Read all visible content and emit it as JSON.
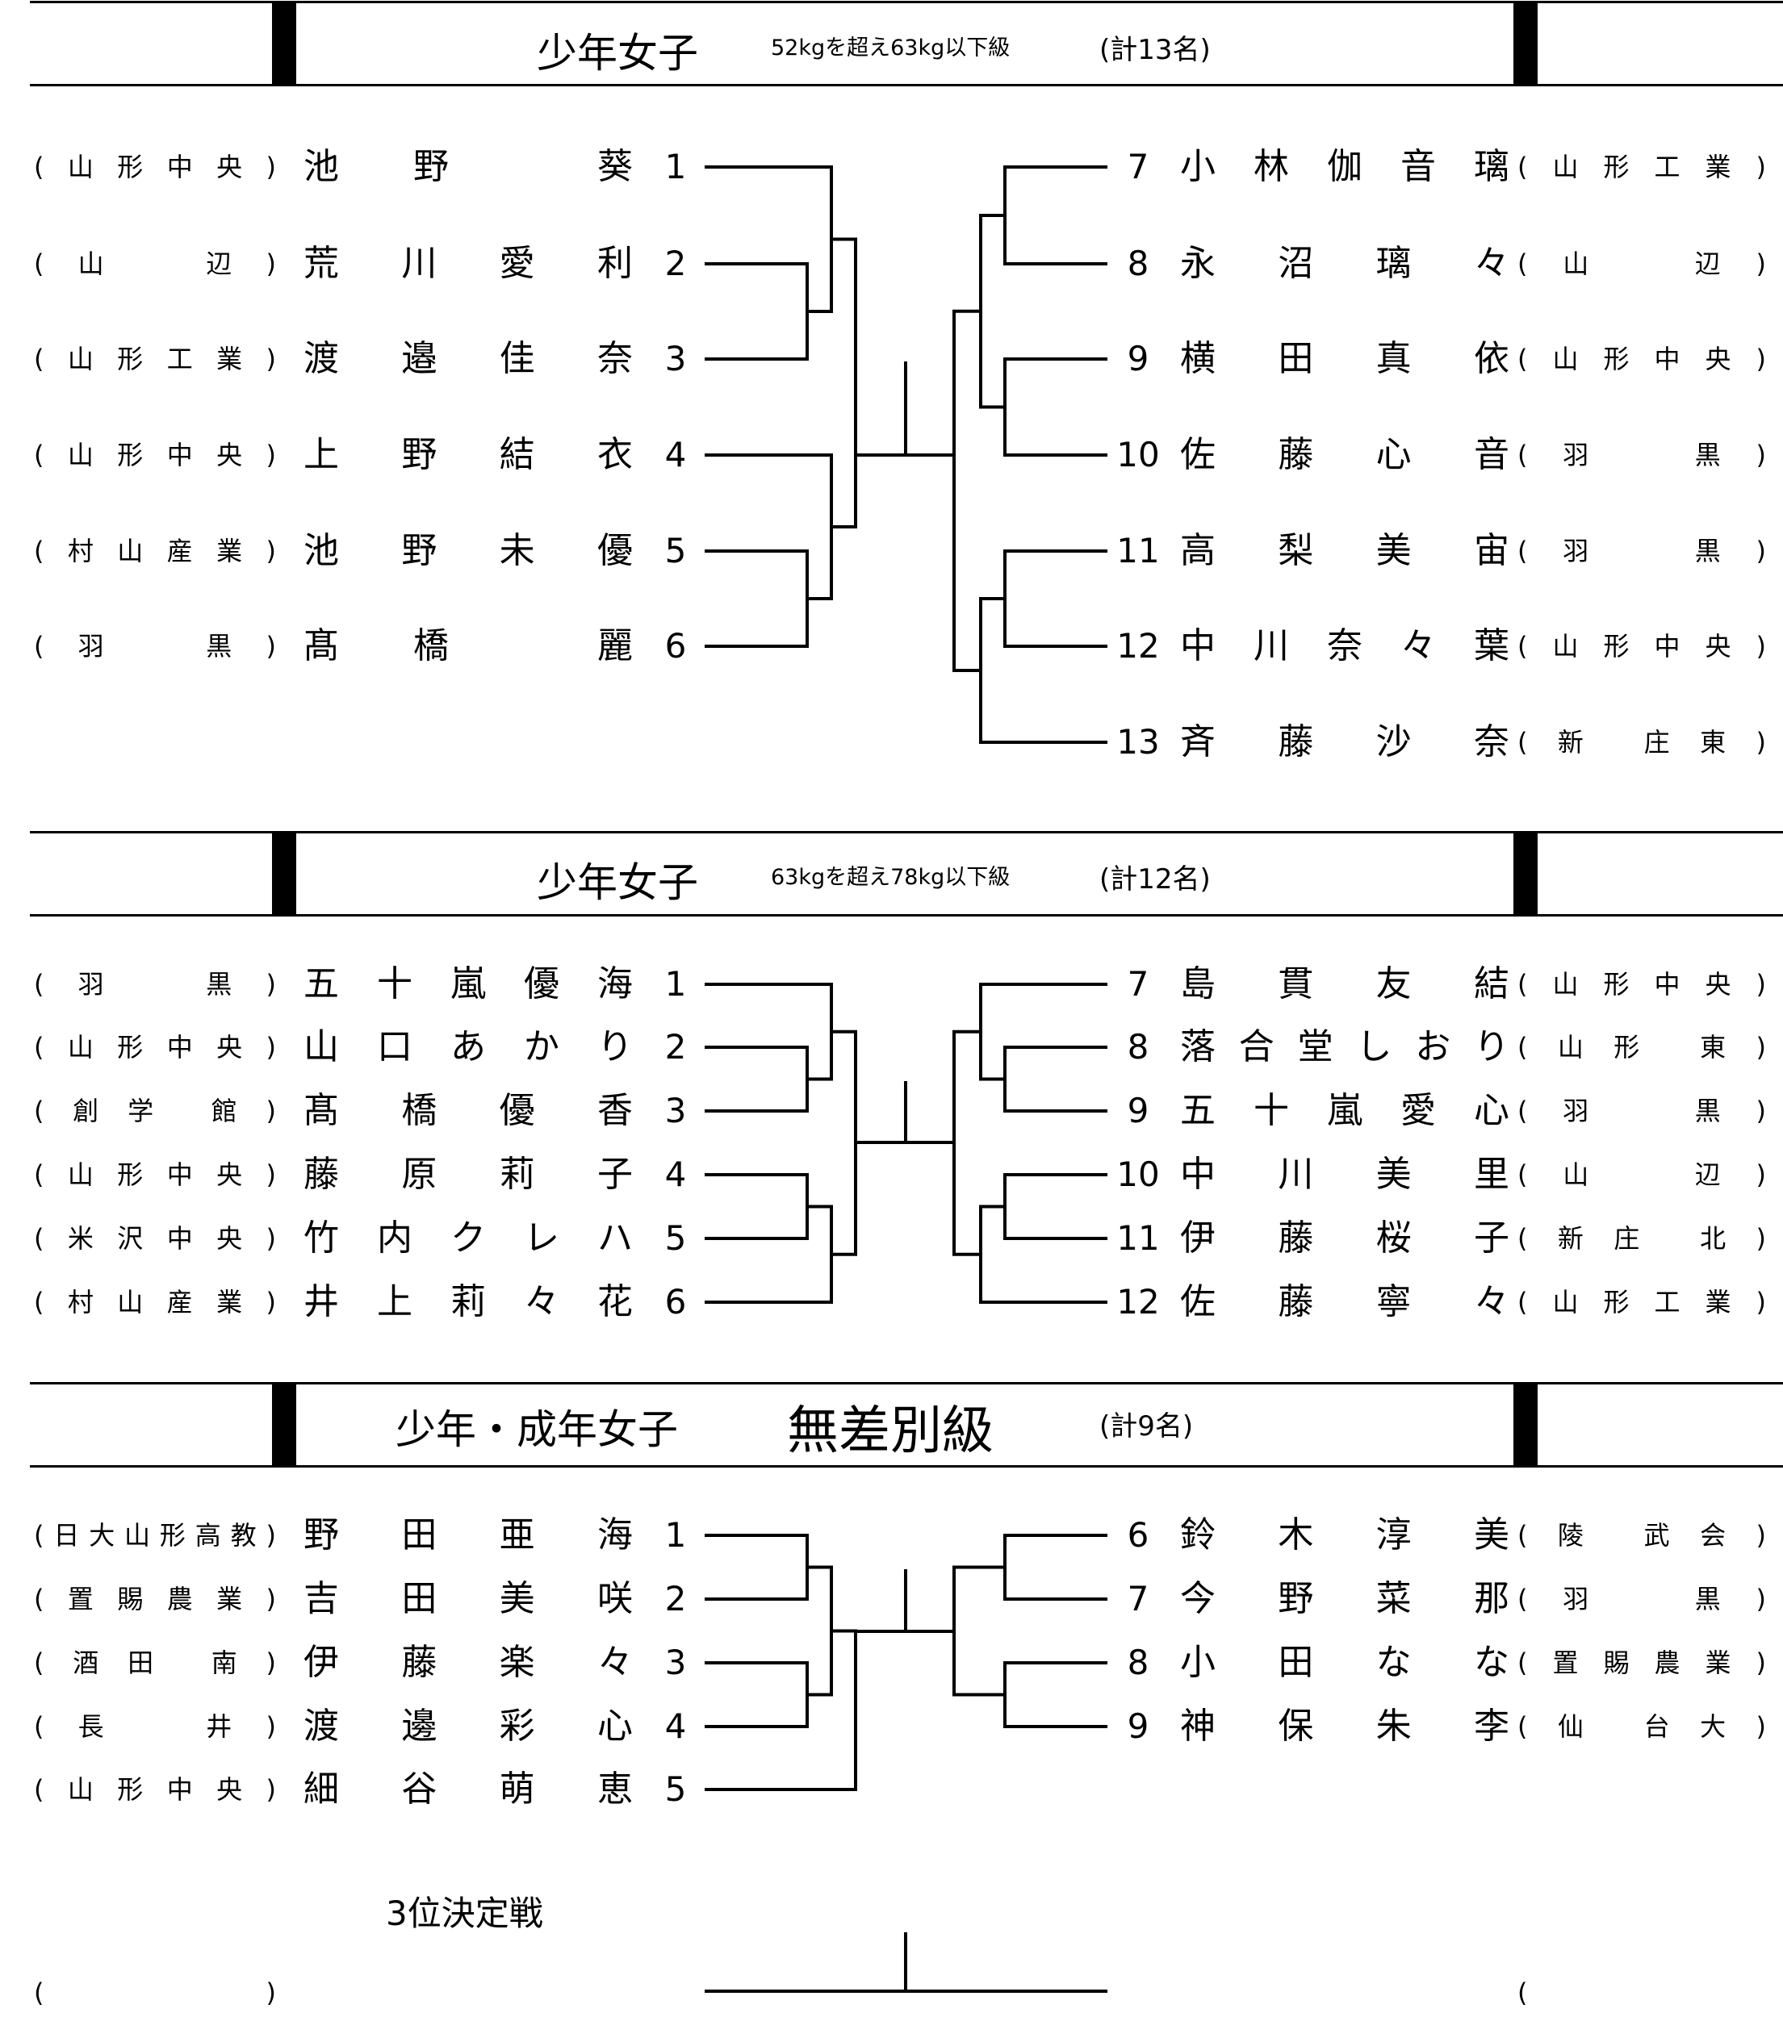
{
  "sections": [
    {
      "title": "少年女子",
      "weight": "52kgを超え63kg以下級",
      "count": "(計13名)",
      "left": [
        {
          "aff": [
            "(",
            "山",
            "形",
            "中",
            "央",
            ")"
          ],
          "name": [
            "池",
            "野",
            "",
            "葵"
          ],
          "num": "1"
        },
        {
          "aff": [
            "(",
            "山",
            "",
            "",
            "辺",
            ")"
          ],
          "name": [
            "荒",
            "川",
            "愛",
            "利"
          ],
          "num": "2"
        },
        {
          "aff": [
            "(",
            "山",
            "形",
            "工",
            "業",
            ")"
          ],
          "name": [
            "渡",
            "邉",
            "佳",
            "奈"
          ],
          "num": "3"
        },
        {
          "aff": [
            "(",
            "山",
            "形",
            "中",
            "央",
            ")"
          ],
          "name": [
            "上",
            "野",
            "結",
            "衣"
          ],
          "num": "4"
        },
        {
          "aff": [
            "(",
            "村",
            "山",
            "産",
            "業",
            ")"
          ],
          "name": [
            "池",
            "野",
            "未",
            "優"
          ],
          "num": "5"
        },
        {
          "aff": [
            "(",
            "羽",
            "",
            "",
            "黒",
            ")"
          ],
          "name": [
            "髙",
            "橋",
            "",
            "麗"
          ],
          "num": "6"
        }
      ],
      "right": [
        {
          "num": "7",
          "name": [
            "小",
            "林",
            "伽",
            "音",
            "璃"
          ],
          "aff": [
            "(",
            "山",
            "形",
            "工",
            "業",
            ")"
          ]
        },
        {
          "num": "8",
          "name": [
            "永",
            "沼",
            "璃",
            "々"
          ],
          "aff": [
            "(",
            "山",
            "",
            "",
            "辺",
            ")"
          ]
        },
        {
          "num": "9",
          "name": [
            "横",
            "田",
            "真",
            "依"
          ],
          "aff": [
            "(",
            "山",
            "形",
            "中",
            "央",
            ")"
          ]
        },
        {
          "num": "10",
          "name": [
            "佐",
            "藤",
            "心",
            "音"
          ],
          "aff": [
            "(",
            "羽",
            "",
            "",
            "黒",
            ")"
          ]
        },
        {
          "num": "11",
          "name": [
            "高",
            "梨",
            "美",
            "宙"
          ],
          "aff": [
            "(",
            "羽",
            "",
            "",
            "黒",
            ")"
          ]
        },
        {
          "num": "12",
          "name": [
            "中",
            "川",
            "奈",
            "々",
            "葉"
          ],
          "aff": [
            "(",
            "山",
            "形",
            "中",
            "央",
            ")"
          ]
        },
        {
          "num": "13",
          "name": [
            "斉",
            "藤",
            "沙",
            "奈"
          ],
          "aff": [
            "(",
            "新",
            "",
            "庄",
            "東",
            ")"
          ]
        }
      ]
    },
    {
      "title": "少年女子",
      "weight": "63kgを超え78kg以下級",
      "count": "(計12名)",
      "left": [
        {
          "aff": [
            "(",
            "羽",
            "",
            "",
            "黒",
            ")"
          ],
          "name": [
            "五",
            "十",
            "嵐",
            "優",
            "海"
          ],
          "num": "1"
        },
        {
          "aff": [
            "(",
            "山",
            "形",
            "中",
            "央",
            ")"
          ],
          "name": [
            "山",
            "口",
            "あ",
            "か",
            "り"
          ],
          "num": "2"
        },
        {
          "aff": [
            "(",
            "創",
            "学",
            "",
            "館",
            ")"
          ],
          "name": [
            "髙",
            "橋",
            "優",
            "香"
          ],
          "num": "3"
        },
        {
          "aff": [
            "(",
            "山",
            "形",
            "中",
            "央",
            ")"
          ],
          "name": [
            "藤",
            "原",
            "莉",
            "子"
          ],
          "num": "4"
        },
        {
          "aff": [
            "(",
            "米",
            "沢",
            "中",
            "央",
            ")"
          ],
          "name": [
            "竹",
            "内",
            "ク",
            "レ",
            "ハ"
          ],
          "num": "5"
        },
        {
          "aff": [
            "(",
            "村",
            "山",
            "産",
            "業",
            ")"
          ],
          "name": [
            "井",
            "上",
            "莉",
            "々",
            "花"
          ],
          "num": "6"
        }
      ],
      "right": [
        {
          "num": "7",
          "name": [
            "島",
            "貫",
            "友",
            "結"
          ],
          "aff": [
            "(",
            "山",
            "形",
            "中",
            "央",
            ")"
          ]
        },
        {
          "num": "8",
          "name": [
            "落",
            "合",
            "堂",
            "し",
            "お",
            "り"
          ],
          "aff": [
            "(",
            "山",
            "形",
            "",
            "東",
            ")"
          ]
        },
        {
          "num": "9",
          "name": [
            "五",
            "十",
            "嵐",
            "愛",
            "心"
          ],
          "aff": [
            "(",
            "羽",
            "",
            "",
            "黒",
            ")"
          ]
        },
        {
          "num": "10",
          "name": [
            "中",
            "川",
            "美",
            "里"
          ],
          "aff": [
            "(",
            "山",
            "",
            "",
            "辺",
            ")"
          ]
        },
        {
          "num": "11",
          "name": [
            "伊",
            "藤",
            "桜",
            "子"
          ],
          "aff": [
            "(",
            "新",
            "庄",
            "",
            "北",
            ")"
          ]
        },
        {
          "num": "12",
          "name": [
            "佐",
            "藤",
            "寧",
            "々"
          ],
          "aff": [
            "(",
            "山",
            "形",
            "工",
            "業",
            ")"
          ]
        }
      ]
    },
    {
      "title": "少年・成年女子",
      "weight": "無差別級",
      "count": "(計9名)",
      "left": [
        {
          "aff": [
            "(",
            "日",
            "大",
            "山",
            "形",
            "高",
            "教",
            ")"
          ],
          "name": [
            "野",
            "田",
            "亜",
            "海"
          ],
          "num": "1"
        },
        {
          "aff": [
            "(",
            "置",
            "賜",
            "農",
            "業",
            ")"
          ],
          "name": [
            "吉",
            "田",
            "美",
            "咲"
          ],
          "num": "2"
        },
        {
          "aff": [
            "(",
            "酒",
            "田",
            "",
            "南",
            ")"
          ],
          "name": [
            "伊",
            "藤",
            "楽",
            "々"
          ],
          "num": "3"
        },
        {
          "aff": [
            "(",
            "長",
            "",
            "",
            "井",
            ")"
          ],
          "name": [
            "渡",
            "邊",
            "彩",
            "心"
          ],
          "num": "4"
        },
        {
          "aff": [
            "(",
            "山",
            "形",
            "中",
            "央",
            ")"
          ],
          "name": [
            "細",
            "谷",
            "萌",
            "恵"
          ],
          "num": "5"
        }
      ],
      "right": [
        {
          "num": "6",
          "name": [
            "鈴",
            "木",
            "淳",
            "美"
          ],
          "aff": [
            "(",
            "陵",
            "",
            "武",
            "会",
            ")"
          ]
        },
        {
          "num": "7",
          "name": [
            "今",
            "野",
            "菜",
            "那"
          ],
          "aff": [
            "(",
            "羽",
            "",
            "",
            "黒",
            ")"
          ]
        },
        {
          "num": "8",
          "name": [
            "小",
            "田",
            "な",
            "な"
          ],
          "aff": [
            "(",
            "置",
            "賜",
            "農",
            "業",
            ")"
          ]
        },
        {
          "num": "9",
          "name": [
            "神",
            "保",
            "朱",
            "李"
          ],
          "aff": [
            "(",
            "仙",
            "",
            "台",
            "大",
            ")"
          ]
        }
      ]
    }
  ],
  "third_place": {
    "label": "3位決定戦",
    "left_aff": [
      "(",
      ")"
    ],
    "right_aff": [
      "("
    ]
  }
}
